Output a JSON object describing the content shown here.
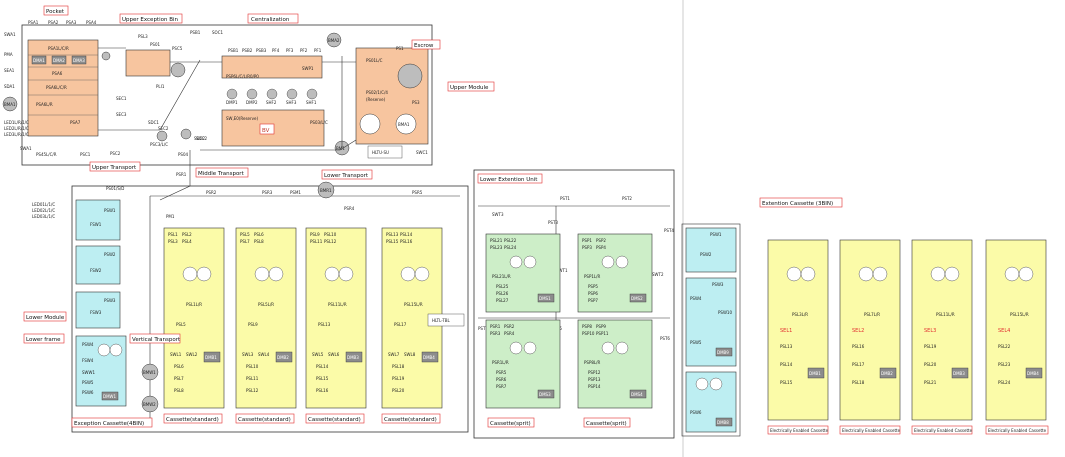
{
  "colors": {
    "orange": "#f7c59f",
    "yellow": "#fbfba8",
    "cyan": "#bdeef2",
    "green": "#cdeec8",
    "label_border": "#e23030",
    "gray": "#bdbdbd",
    "dark_box": "#8c8c8c"
  },
  "labels": {
    "pocket": "Pocket",
    "upper_exception": "Upper Exception Bin",
    "centralization": "Centralization",
    "escrow": "Escrow",
    "upper_module": "Upper Module",
    "upper_transport": "Upper Transport",
    "middle_transport": "Middle Transport",
    "lower_transport": "Lower Transport",
    "lower_extension": "Lower Extention Unit",
    "extension_cassette": "Extention Cassette (3BIN)",
    "lower_module": "Lower Module",
    "lower_frame": "Lower frame",
    "vertical_transport": "Vertical Transport",
    "exception_cassette": "Exception Cassette(4BIN)",
    "bv": "BV",
    "cass_std_1": "Cassette(standard)",
    "cass_std_2": "Cassette(standard)",
    "cass_std_3": "Cassette(standard)",
    "cass_std_4": "Cassette(standard)",
    "cass_split_1": "Cassette(sprit)",
    "cass_split_2": "Cassette(sprit)",
    "elec_1": "Electrically Enabled Cassette",
    "elec_2": "Electrically Enabled Cassette",
    "elec_3": "Electrically Enabled Cassette",
    "elec_4": "Electrically Enabled Cassette"
  },
  "pocket": {
    "top_sensors": [
      "PSA1",
      "PSA2",
      "PSA3",
      "PSA4"
    ],
    "rows": [
      "PSA1L/C/R",
      "PSA5",
      "PSA6",
      "PSA6L/C/R",
      "PSA6L/R",
      "PSA7"
    ],
    "motors": [
      "DMA1",
      "DMA2",
      "DMA3"
    ],
    "side_left": [
      "SWA1",
      "PMA",
      "SEA1",
      "SDA1",
      "BMA1"
    ],
    "leds": [
      "LED1L/R/1/C",
      "LED2L/R/1/C",
      "LED3L/R/1/C"
    ],
    "bottom": [
      "PS45L/C/R",
      "PSC1",
      "SWA1"
    ]
  },
  "upper_exception": {
    "parts": [
      "PSL3",
      "PS01",
      "PSC5",
      "SEC1",
      "SEC2",
      "SEC3",
      "PLI1",
      "PSB1",
      "SOC1",
      "SOC2"
    ]
  },
  "centralization": {
    "sensors": [
      "PSB1",
      "PSB2",
      "PSB3",
      "PF4",
      "PF3",
      "PF2",
      "PF1"
    ],
    "row": "PSP6L/C/L/R0/P0",
    "motors": [
      "DMP1",
      "DMP2",
      "SHF2",
      "SHF3",
      "SHF1"
    ],
    "shutter": "SWP1",
    "bv_note": "SW,E0(Reserve)"
  },
  "escrow": {
    "parts": [
      "PS01L/C",
      "PS02/1/C/4",
      "(Reserve)",
      "PS1",
      "PS3",
      "BMA1"
    ]
  },
  "upper_transport": {
    "parts": [
      "PSC2",
      "PSC3/L/C",
      "BMA2",
      "SDC1",
      "SDC2",
      "PS04",
      "PS03/L/C",
      "BM1",
      "HLTU-SU",
      "SWC1"
    ]
  },
  "lower_transport": {
    "sensors": [
      "PSR1",
      "PSR2",
      "PSR3",
      "PSR4",
      "PSR5",
      "PSM1",
      "BMR1",
      "PS01/S/D",
      "PM1"
    ]
  },
  "exception_cassette": {
    "bins": [
      "PSW1",
      "PSW2",
      "PSW3",
      "PSW4"
    ],
    "labels": [
      "FSW1",
      "FSW2",
      "FSW3",
      "FSW4"
    ],
    "extra": [
      "PSW5",
      "PSW6",
      "SWW1",
      "DMW1",
      "BMW1",
      "BMW2"
    ],
    "leds": [
      "LED01L/1/C",
      "LED02L/1/C",
      "LED03L/1/C"
    ]
  },
  "std_cassettes": [
    {
      "top": [
        "PSL1",
        "PSL2",
        "PSL3",
        "PSL4"
      ],
      "mid": "PSL1L/R",
      "bin": "PSL5",
      "bottom": [
        "SWL1",
        "SWL2",
        "DMB1"
      ],
      "tags": [
        "PSL6",
        "PSL7",
        "PSL8"
      ]
    },
    {
      "top": [
        "PSL5",
        "PSL6",
        "PSL7",
        "PSL8"
      ],
      "mid": "PSL5L/R",
      "bin": "PSL9",
      "bottom": [
        "SWL3",
        "SWL4",
        "DMB2"
      ],
      "tags": [
        "PSL10",
        "PSL11",
        "PSL12"
      ]
    },
    {
      "top": [
        "PSL9",
        "PSL10",
        "PSL11",
        "PSL12"
      ],
      "mid": "PSL11L/R",
      "bin": "PSL13",
      "bottom": [
        "SWL5",
        "SWL6",
        "DMB3"
      ],
      "tags": [
        "PSL14",
        "PSL15",
        "PSL16"
      ]
    },
    {
      "top": [
        "PSL13",
        "PSL14",
        "PSL15",
        "PSL16"
      ],
      "mid": "PSL15L/R",
      "bin": "PSL17",
      "bottom": [
        "SWL7",
        "SWL8",
        "DMB4"
      ],
      "tags": [
        "PSL18",
        "PSL19",
        "PSL20"
      ]
    }
  ],
  "lower_ext": {
    "sensors": [
      "PST1",
      "PST2",
      "PST3",
      "PST4",
      "PST5",
      "PST6",
      "PST7"
    ],
    "switches": [
      "SWT1",
      "SWT2",
      "SWT3"
    ],
    "units": [
      {
        "top": [
          "PSL21",
          "PSL22",
          "PSL23",
          "PSL24"
        ],
        "mid": "PSL21L/R",
        "tags": [
          "PSL25",
          "PSL26",
          "PSL27"
        ],
        "motor": "DMS1"
      },
      {
        "top": [
          "PSP1",
          "PSP2",
          "PSP3",
          "PSP4"
        ],
        "mid": "PSP1L/R",
        "tags": [
          "PSP5",
          "PSP6",
          "PSP7"
        ],
        "motor": "DMS2"
      },
      {
        "top": [
          "PSR1",
          "PSR2",
          "PSR3",
          "PSR4"
        ],
        "mid": "PSR1L/R",
        "tags": [
          "PSR5",
          "PSR6",
          "PSR7"
        ],
        "motor": "DMS3"
      },
      {
        "top": [
          "PSP8",
          "PSP9",
          "PSP10",
          "PSP11"
        ],
        "mid": "PSP8L/R",
        "tags": [
          "PSP12",
          "PSP13",
          "PSP14"
        ],
        "motor": "DMS4"
      }
    ],
    "note": "HLTL-TBL"
  },
  "side_bins": {
    "parts": [
      "PSW1",
      "PSW2",
      "PSW3",
      "PSW10",
      "DMB9",
      "PSW4",
      "PSW5",
      "PSW6",
      "DMB8"
    ]
  },
  "elec_cassettes": [
    {
      "mid": "PSL3L/R",
      "tag": "SEL1",
      "bins": [
        "PSL13",
        "PSL14",
        "PSL15"
      ],
      "motor": "DMB1"
    },
    {
      "mid": "PSL7L/R",
      "tag": "SEL2",
      "bins": [
        "PSL16",
        "PSL17",
        "PSL18"
      ],
      "motor": "DMB2"
    },
    {
      "mid": "PSL11L/R",
      "tag": "SEL3",
      "bins": [
        "PSL19",
        "PSL20",
        "PSL21"
      ],
      "motor": "DMB3"
    },
    {
      "mid": "PSL15L/R",
      "tag": "SEL4",
      "bins": [
        "PSL22",
        "PSL23",
        "PSL24"
      ],
      "motor": "DMB4"
    }
  ]
}
